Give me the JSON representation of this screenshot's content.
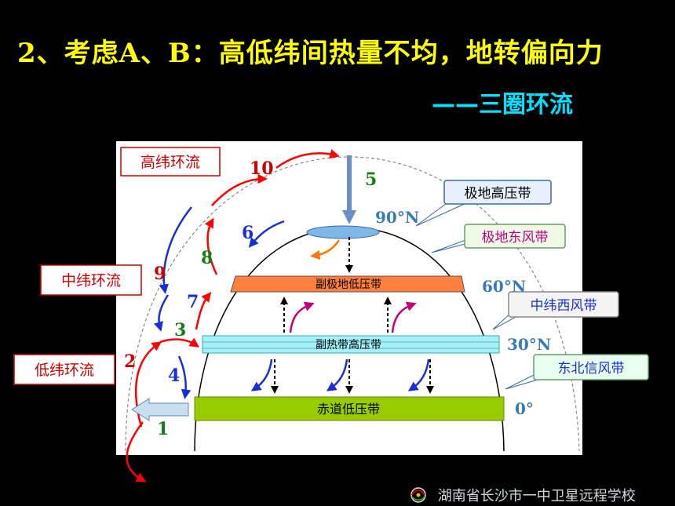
{
  "heading": {
    "title": "2、考虑A、B：高低纬间热量不均，地转偏向力",
    "subtitle": "——三圈环流"
  },
  "cells": {
    "high": "高纬环流",
    "mid": "中纬环流",
    "low": "低纬环流"
  },
  "belts": {
    "subpolar_low": "副极地低压带",
    "subtropical_high": "副热带高压带",
    "equatorial_low": "赤道低压带"
  },
  "callouts": {
    "polar_high": "极地高压带",
    "polar_easterlies": "极地东风带",
    "westerlies": "中纬西风带",
    "ne_trades": "东北信风带"
  },
  "latitudes": {
    "lat90": "90°N",
    "lat60": "60°N",
    "lat30": "30°N",
    "lat0": "0°"
  },
  "arrow_numbers": [
    "1",
    "2",
    "3",
    "4",
    "5",
    "6",
    "7",
    "8",
    "9",
    "10"
  ],
  "colors": {
    "title": "#ffff00",
    "subtitle": "#00e0ff",
    "red_arrow": "#ff0000",
    "blue_arrow": "#1a2ed8",
    "magenta_arrow": "#c0007a",
    "equatorial_belt": "#99cc00",
    "subpolar_belt": "#ff7f3f",
    "subtropical_belt": "#a8f0f8"
  },
  "footer": {
    "text": "湖南省长沙市一中卫星远程学校"
  }
}
